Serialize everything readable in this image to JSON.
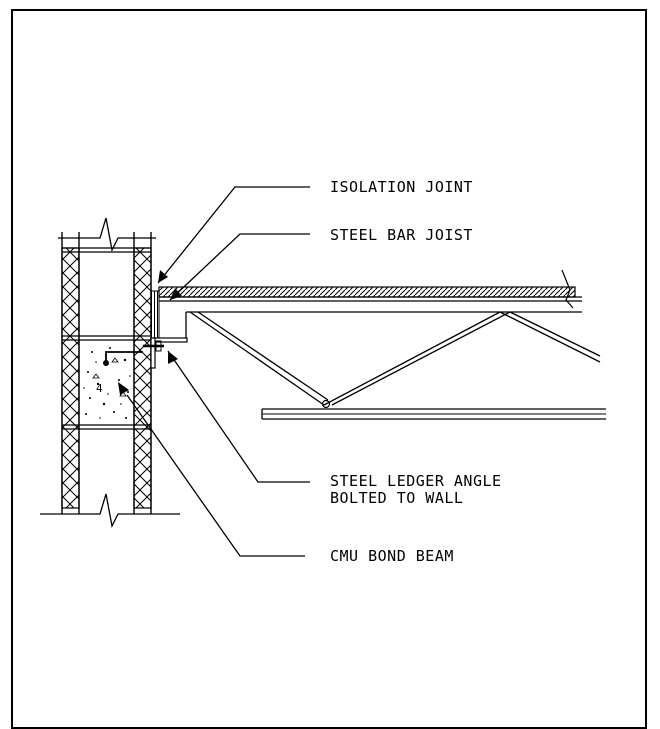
{
  "labels": {
    "isolation_joint": "ISOLATION JOINT",
    "steel_bar_joist": "STEEL BAR JOIST",
    "ledger_line1": "STEEL LEDGER ANGLE",
    "ledger_line2": "BOLTED TO WALL",
    "cmu_bond_beam": "CMU BOND BEAM"
  },
  "rebar_callout": "4"
}
